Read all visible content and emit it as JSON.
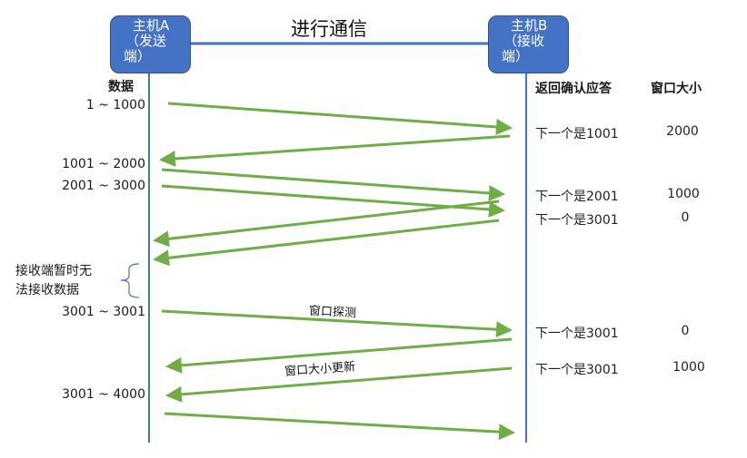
{
  "title": "进行通信",
  "colors": {
    "host_fill": "#4472c4",
    "line": "#4472c4",
    "arrow": "#70ad47"
  },
  "host_a": {
    "line1": "主机A",
    "line2": "（发送",
    "line3": "端）"
  },
  "host_b": {
    "line1": "主机B",
    "line2": "（接收",
    "line3": "端）"
  },
  "left_header": "数据",
  "right_headers": {
    "ack": "返回确认应答",
    "window": "窗口大小"
  },
  "ranges": [
    "1 ~ 1000",
    "1001 ~ 2000",
    "2001 ~ 3000",
    "3001 ~ 3001",
    "3001 ~ 4000"
  ],
  "note": {
    "line1": "接收端暂时无",
    "line2": "法接收数据"
  },
  "acks": [
    {
      "ack": "下一个是1001",
      "window": "2000"
    },
    {
      "ack": "下一个是2001",
      "window": "1000"
    },
    {
      "ack": "下一个是3001",
      "window": "0"
    },
    {
      "ack": "下一个是3001",
      "window": "0"
    },
    {
      "ack": "下一个是3001",
      "window": "1000"
    }
  ],
  "arrow_labels": {
    "probe": "窗口探测",
    "update": "窗口大小更新"
  },
  "messages": [
    {
      "from": "A",
      "to": "B",
      "desc": "data 1-1000"
    },
    {
      "from": "B",
      "to": "A",
      "desc": "ack 1001 win 2000"
    },
    {
      "from": "A",
      "to": "B",
      "desc": "data 1001-2000"
    },
    {
      "from": "A",
      "to": "B",
      "desc": "data 2001-3000"
    },
    {
      "from": "B",
      "to": "A",
      "desc": "ack 2001 win 1000"
    },
    {
      "from": "B",
      "to": "A",
      "desc": "ack 3001 win 0"
    },
    {
      "from": "A",
      "to": "B",
      "desc": "window probe"
    },
    {
      "from": "B",
      "to": "A",
      "desc": "ack 3001 win 0"
    },
    {
      "from": "B",
      "to": "A",
      "desc": "window update ack 3001 win 1000"
    },
    {
      "from": "A",
      "to": "B",
      "desc": "data 3001-4000"
    }
  ]
}
